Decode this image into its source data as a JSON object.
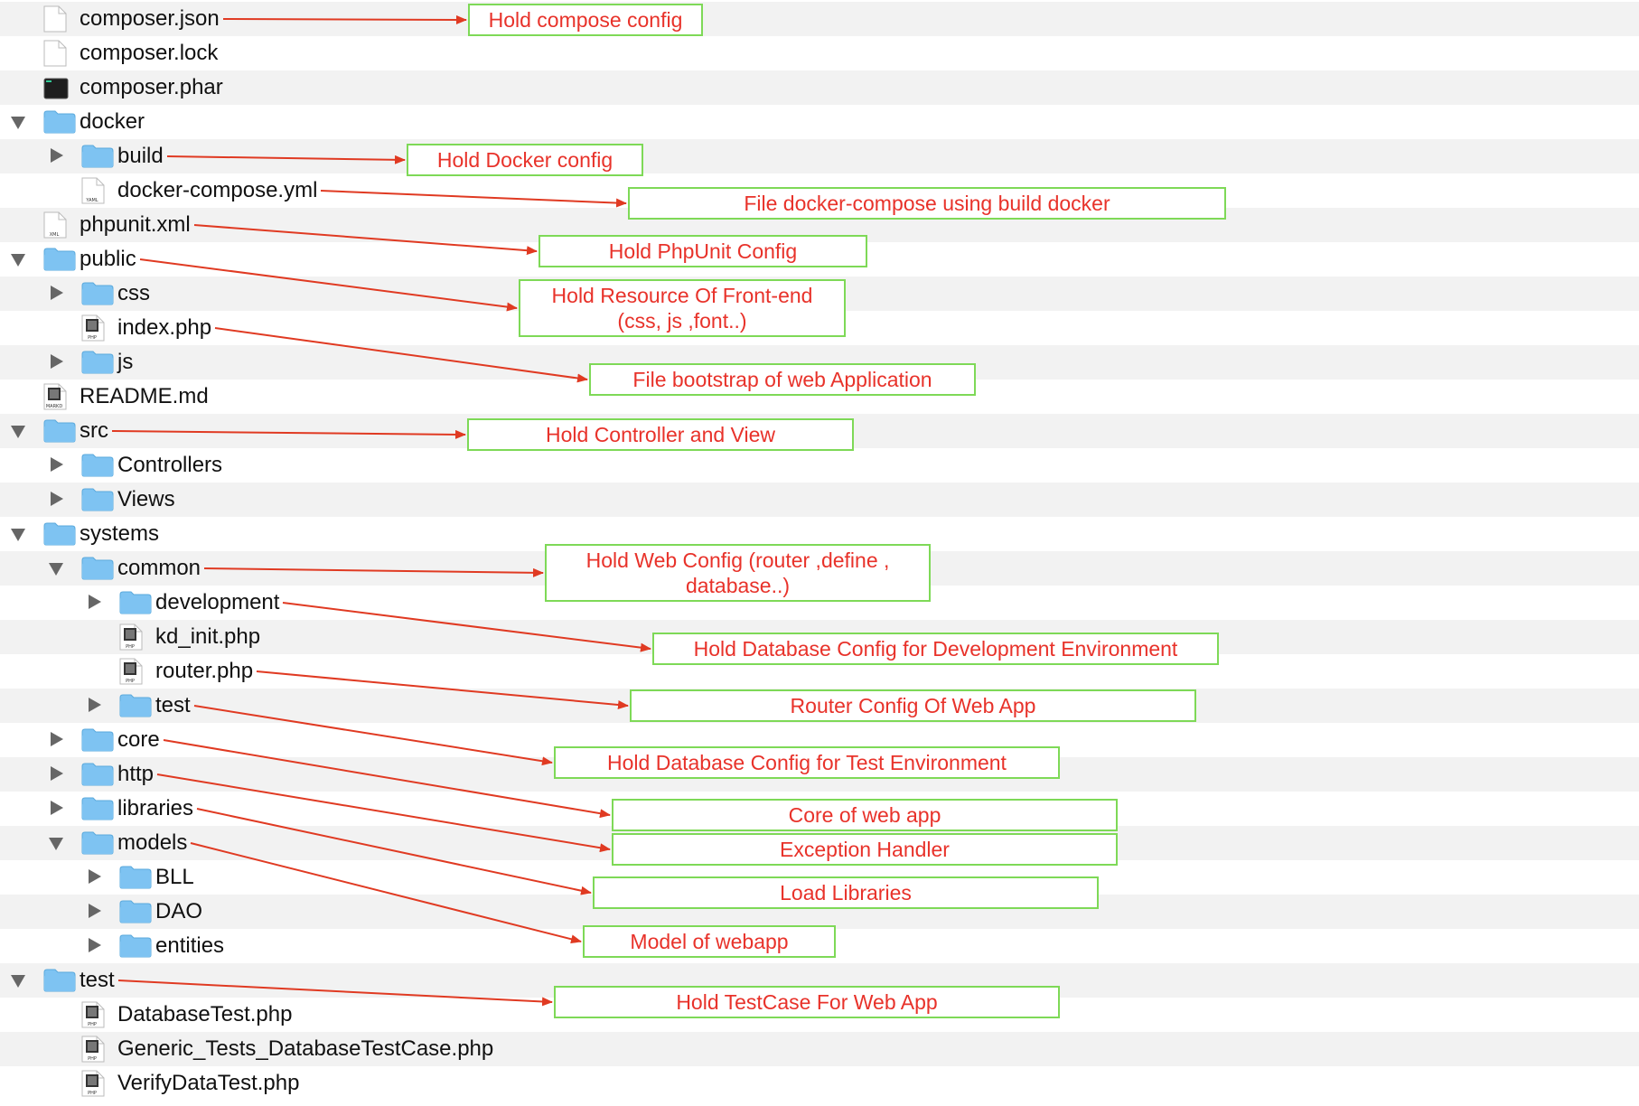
{
  "tree": [
    {
      "name": "composer.json",
      "type": "doc",
      "depth": 0
    },
    {
      "name": "composer.lock",
      "type": "doc",
      "depth": 0
    },
    {
      "name": "composer.phar",
      "type": "exec",
      "depth": 0
    },
    {
      "name": "docker",
      "type": "folder",
      "depth": 0,
      "expanded": true
    },
    {
      "name": "build",
      "type": "folder",
      "depth": 1,
      "expanded": false
    },
    {
      "name": "docker-compose.yml",
      "type": "doc",
      "depth": 1,
      "badge": "YAML"
    },
    {
      "name": "phpunit.xml",
      "type": "doc",
      "depth": 0,
      "badge": "XML"
    },
    {
      "name": "public",
      "type": "folder",
      "depth": 0,
      "expanded": true
    },
    {
      "name": "css",
      "type": "folder",
      "depth": 1,
      "expanded": false
    },
    {
      "name": "index.php",
      "type": "doc",
      "depth": 1,
      "badge": "PHP"
    },
    {
      "name": "js",
      "type": "folder",
      "depth": 1,
      "expanded": false
    },
    {
      "name": "README.md",
      "type": "doc",
      "depth": 0,
      "badge": "MARKD"
    },
    {
      "name": "src",
      "type": "folder",
      "depth": 0,
      "expanded": true
    },
    {
      "name": "Controllers",
      "type": "folder",
      "depth": 1,
      "expanded": false
    },
    {
      "name": "Views",
      "type": "folder",
      "depth": 1,
      "expanded": false
    },
    {
      "name": "systems",
      "type": "folder",
      "depth": 0,
      "expanded": true
    },
    {
      "name": "common",
      "type": "folder",
      "depth": 1,
      "expanded": true
    },
    {
      "name": "development",
      "type": "folder",
      "depth": 2,
      "expanded": false
    },
    {
      "name": "kd_init.php",
      "type": "doc",
      "depth": 2,
      "badge": "PHP"
    },
    {
      "name": "router.php",
      "type": "doc",
      "depth": 2,
      "badge": "PHP"
    },
    {
      "name": "test",
      "type": "folder",
      "depth": 2,
      "expanded": false
    },
    {
      "name": "core",
      "type": "folder",
      "depth": 1,
      "expanded": false
    },
    {
      "name": "http",
      "type": "folder",
      "depth": 1,
      "expanded": false
    },
    {
      "name": "libraries",
      "type": "folder",
      "depth": 1,
      "expanded": false
    },
    {
      "name": "models",
      "type": "folder",
      "depth": 1,
      "expanded": true
    },
    {
      "name": "BLL",
      "type": "folder",
      "depth": 2,
      "expanded": false
    },
    {
      "name": "DAO",
      "type": "folder",
      "depth": 2,
      "expanded": false
    },
    {
      "name": "entities",
      "type": "folder",
      "depth": 2,
      "expanded": false
    },
    {
      "name": "test",
      "type": "folder",
      "depth": 0,
      "expanded": true
    },
    {
      "name": "DatabaseTest.php",
      "type": "doc",
      "depth": 1,
      "badge": "PHP"
    },
    {
      "name": "Generic_Tests_DatabaseTestCase.php",
      "type": "doc",
      "depth": 1,
      "badge": "PHP"
    },
    {
      "name": "VerifyDataTest.php",
      "type": "doc",
      "depth": 1,
      "badge": "PHP"
    }
  ],
  "annotations": [
    {
      "text": "Hold compose config",
      "row": 0
    },
    {
      "text": "Hold Docker config",
      "row": 4
    },
    {
      "text": "File  docker-compose using build docker",
      "row": 5
    },
    {
      "text": "Hold PhpUnit Config",
      "row": 6
    },
    {
      "text": "Hold Resource Of Front-end\n(css, js ,font..)",
      "row": 7
    },
    {
      "text": "File bootstrap of web Application",
      "row": 9
    },
    {
      "text": "Hold  Controller and View",
      "row": 12
    },
    {
      "text": "Hold Web Config (router ,define ,\ndatabase..)",
      "row": 16
    },
    {
      "text": "Hold Database Config for Development Environment",
      "row": 17
    },
    {
      "text": "Router Config Of Web App",
      "row": 19
    },
    {
      "text": "Hold Database Config for Test Environment",
      "row": 20
    },
    {
      "text": "Core of web app",
      "row": 21
    },
    {
      "text": "Exception Handler",
      "row": 22
    },
    {
      "text": "Load Libraries",
      "row": 23
    },
    {
      "text": "Model of webapp",
      "row": 24
    },
    {
      "text": "Hold TestCase For Web App",
      "row": 28
    }
  ],
  "colors": {
    "annotation_text": "#e8322a",
    "annotation_border": "#7ed957",
    "arrow": "#e03a22",
    "folder": "#7ec3f2",
    "row_alt": "#f2f2f2"
  }
}
